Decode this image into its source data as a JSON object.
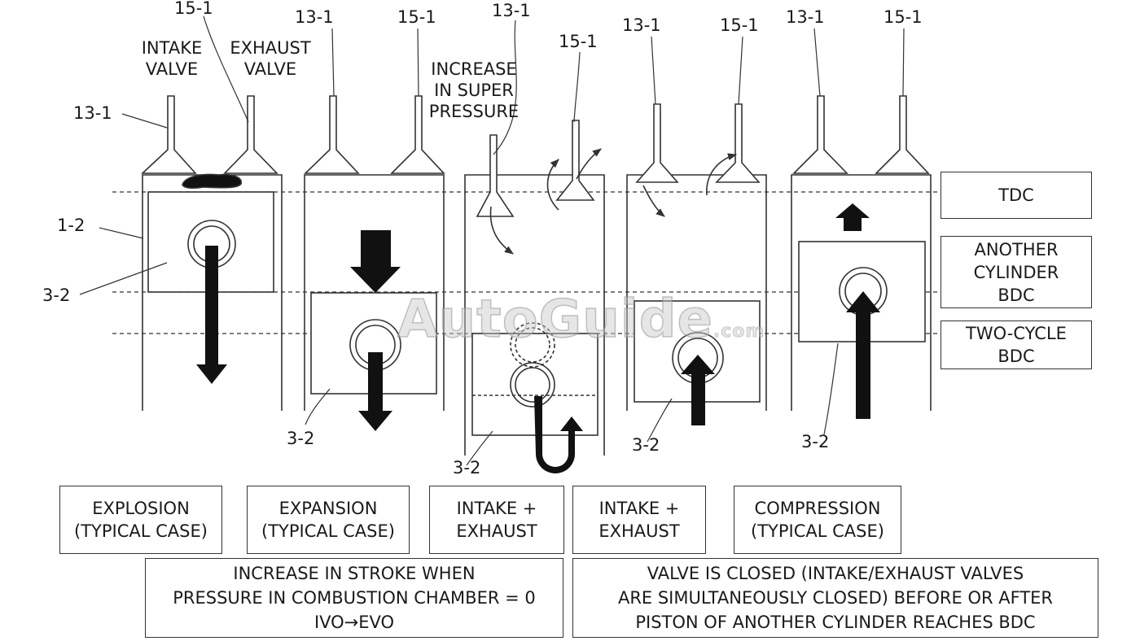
{
  "refs": {
    "intake_valve": "13-1",
    "exhaust_valve": "15-1",
    "cylinder": "1-2",
    "piston": "3-2"
  },
  "labels": {
    "intake_valve": [
      "INTAKE",
      "VALVE"
    ],
    "exhaust_valve": [
      "EXHAUST",
      "VALVE"
    ],
    "super_pressure": [
      "INCREASE",
      "IN SUPER",
      "PRESSURE"
    ]
  },
  "right_boxes": {
    "tdc": [
      "TDC"
    ],
    "another_bdc": [
      "ANOTHER",
      "CYLINDER",
      "BDC"
    ],
    "two_cycle_bdc": [
      "TWO-CYCLE",
      "BDC"
    ]
  },
  "stage_boxes": [
    [
      "EXPLOSION",
      "(TYPICAL CASE)"
    ],
    [
      "EXPANSION",
      "(TYPICAL CASE)"
    ],
    [
      "INTAKE +",
      "EXHAUST"
    ],
    [
      "INTAKE +",
      "EXHAUST"
    ],
    [
      "COMPRESSION",
      "(TYPICAL CASE)"
    ]
  ],
  "notes": {
    "stroke": [
      "INCREASE IN STROKE WHEN",
      "PRESSURE IN COMBUSTION CHAMBER = 0",
      "IVO→EVO"
    ],
    "valve": [
      "VALVE IS CLOSED (INTAKE/EXHAUST VALVES",
      "ARE SIMULTANEOUSLY CLOSED) BEFORE OR AFTER",
      "PISTON OF ANOTHER CYLINDER REACHES BDC"
    ]
  },
  "watermark": {
    "main": "AutoGuide",
    "suffix": ".com"
  },
  "colors": {
    "line": "#333333",
    "fill": "#111111",
    "background": "#ffffff"
  }
}
